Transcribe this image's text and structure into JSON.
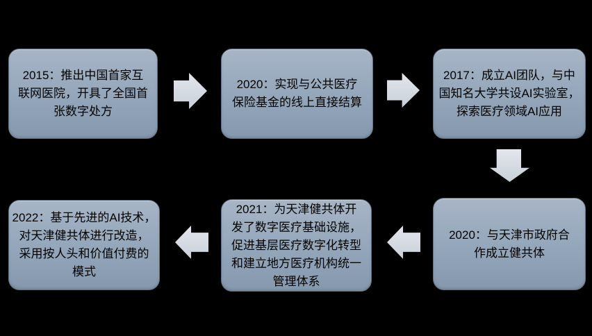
{
  "page": {
    "background": "#000000"
  },
  "style": {
    "node_fill_top": "#a7b5c6",
    "node_fill_mid": "#95a7bb",
    "node_fill_bottom": "#8598ad",
    "node_border": "#5f7184",
    "arrow_fill_light": "#e3e7ec",
    "arrow_fill_dark": "#c9d0d9",
    "text_color": "#000000"
  },
  "flowchart": {
    "type": "timeline-flow",
    "nodes": [
      {
        "year": "2015",
        "text": "2015：推出中国首家互\n联网医院，开具了全国首\n张数字处方"
      },
      {
        "year": "2020",
        "text": "2020：实现与公共医疗\n保险基金的线上直接结算"
      },
      {
        "year": "2017",
        "text": "2017：成立AI团队，与中\n国知名大学共设AI实验室，\n探索医疗领域AI应用"
      },
      {
        "year": "2022",
        "text": "2022：基于先进的AI技术，\n对天津健共体进行改造，\n采用按人头和价值付费的\n模式"
      },
      {
        "year": "2021",
        "text": "2021：为天津健共体开\n发了数字医疗基础设施，\n促进基层医疗数字化转型\n和建立地方医疗机构统一\n管理体系"
      },
      {
        "year": "2020",
        "text": "2020：与天津市政府合\n作成立健共体"
      }
    ],
    "arrows": [
      {
        "direction": "right",
        "from": 0,
        "to": 1
      },
      {
        "direction": "right",
        "from": 1,
        "to": 2
      },
      {
        "direction": "down",
        "from": 2,
        "to": 5
      },
      {
        "direction": "left",
        "from": 5,
        "to": 4
      },
      {
        "direction": "left",
        "from": 4,
        "to": 3
      }
    ]
  }
}
